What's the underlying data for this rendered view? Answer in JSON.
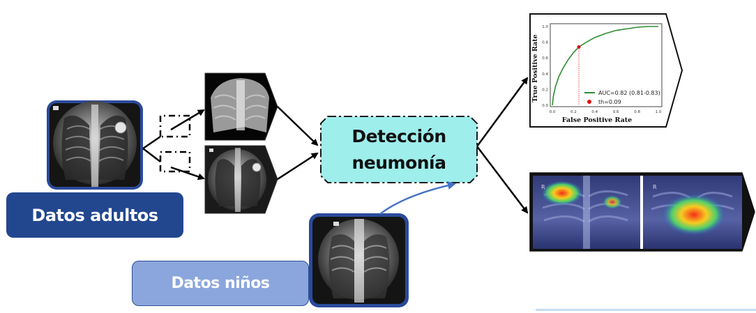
{
  "labels": {
    "adult_data": "Datos adultos",
    "child_data": "Datos niños",
    "detection_line1": "Detección",
    "detection_line2": "neumonía"
  },
  "roc_plot": {
    "xlabel": "False Positive Rate",
    "ylabel": "True Positive Rate",
    "x_ticks": [
      "0.0",
      "0.2",
      "0.4",
      "0.6",
      "0.8",
      "1.0"
    ],
    "y_ticks": [
      "0.0",
      "0.2",
      "0.4",
      "0.6",
      "0.8",
      "1.0"
    ],
    "legend_auc": "AUC=0.82 (0.81-0.83)",
    "legend_threshold": "th=0.09",
    "curve_color": "#2e8b2e",
    "threshold_color": "#e01010",
    "threshold_point": {
      "fpr": 0.25,
      "tpr": 0.74
    },
    "curve": [
      {
        "fpr": 0.0,
        "tpr": 0.0
      },
      {
        "fpr": 0.01,
        "tpr": 0.12
      },
      {
        "fpr": 0.03,
        "tpr": 0.24
      },
      {
        "fpr": 0.06,
        "tpr": 0.36
      },
      {
        "fpr": 0.1,
        "tpr": 0.47
      },
      {
        "fpr": 0.15,
        "tpr": 0.58
      },
      {
        "fpr": 0.2,
        "tpr": 0.67
      },
      {
        "fpr": 0.25,
        "tpr": 0.74
      },
      {
        "fpr": 0.32,
        "tpr": 0.8
      },
      {
        "fpr": 0.4,
        "tpr": 0.86
      },
      {
        "fpr": 0.5,
        "tpr": 0.91
      },
      {
        "fpr": 0.6,
        "tpr": 0.95
      },
      {
        "fpr": 0.7,
        "tpr": 0.97
      },
      {
        "fpr": 0.8,
        "tpr": 0.99
      },
      {
        "fpr": 0.9,
        "tpr": 1.0
      },
      {
        "fpr": 1.0,
        "tpr": 1.0
      }
    ]
  },
  "heatmap_marker": "R",
  "colors": {
    "adult_label_bg": "#22478f",
    "child_label_bg": "#8aa6dc",
    "image_frame": "#2a4a9a",
    "detection_box_bg": "#9eeeec",
    "child_arrow": "#4472c4",
    "arrows": "#000000"
  }
}
